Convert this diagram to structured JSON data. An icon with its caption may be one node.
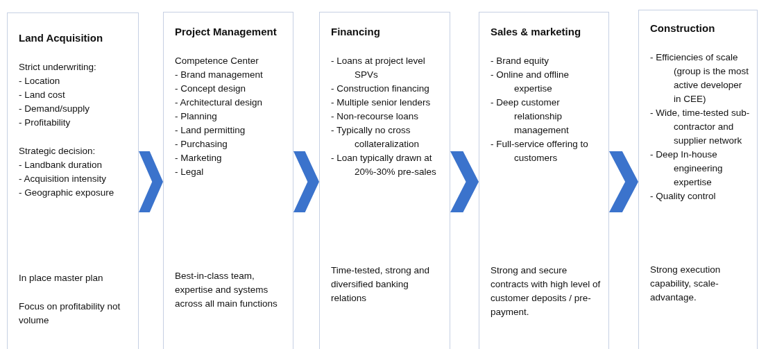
{
  "diagram": {
    "nodes": [
      {
        "text": [
          "Land Acquisition",
          "Strict underwriting:",
          "- Location",
          "- Land cost",
          "- Demand/supply",
          "- Profitability",
          "Strategic decision:",
          "- Landbank duration",
          "- Acquisition intensity",
          "- Geographic exposure",
          "In place master plan",
          "Focus on profitability not volume"
        ]
      },
      {
        "text": [
          "Project Management",
          "Competence Center",
          "- Brand management",
          "- Concept design",
          "- Architectural design",
          "- Planning",
          "- Land permitting",
          "- Purchasing",
          "- Marketing",
          "- Legal",
          "Best-in-class team, expertise and systems across all main functions"
        ]
      },
      {
        "text": [
          "Financing",
          "- Loans at project level SPVs",
          "- Construction financing",
          "- Multiple senior lenders",
          "- Non-recourse loans",
          "- Typically no cross collateralization",
          "- Loan typically drawn at 20%-30% pre-sales",
          "Time-tested, strong and diversified banking relations"
        ]
      },
      {
        "text": [
          "Sales & marketing",
          "- Brand equity",
          "- Online and offline expertise",
          "- Deep customer relationship management",
          "- Full-service offering to customers",
          "Strong and secure contracts with high level of customer deposits / pre-payment."
        ]
      },
      {
        "text": [
          "Construction",
          "- Efficiencies of scale (group is the most active developer in CEE)",
          "- Wide, time-tested sub-contractor and supplier network",
          "- Deep In-house engineering expertise",
          "- Quality control",
          "Strong execution capability, scale-advantage."
        ]
      }
    ],
    "edges": [
      {
        "from": 0,
        "to": 1,
        "arrow": "to"
      },
      {
        "from": 1,
        "to": 2,
        "arrow": "to"
      },
      {
        "from": 2,
        "to": 3,
        "arrow": "to"
      },
      {
        "from": 3,
        "to": 4,
        "arrow": "to"
      }
    ]
  }
}
